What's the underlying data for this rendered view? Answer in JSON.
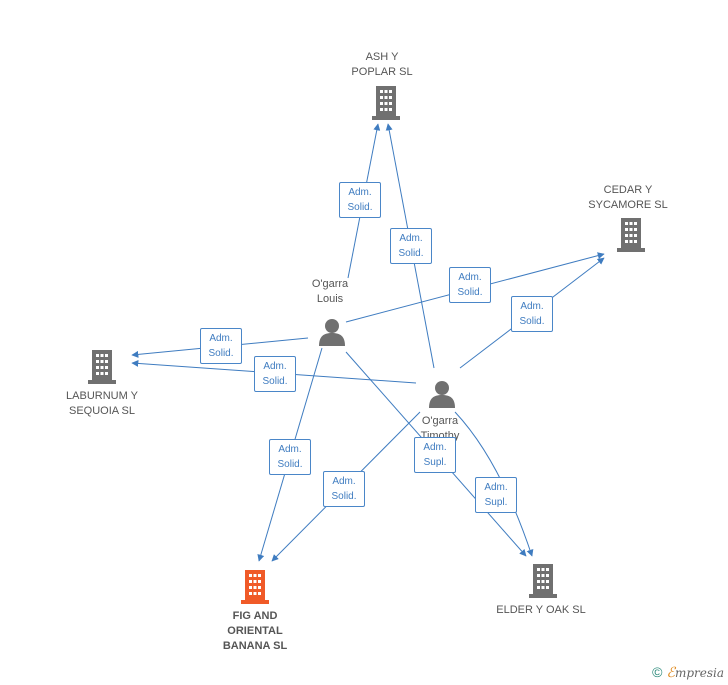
{
  "companies": {
    "ash": {
      "line1": "ASH Y",
      "line2": "POPLAR SL"
    },
    "cedar": {
      "line1": "CEDAR Y",
      "line2": "SYCAMORE SL"
    },
    "laburnum": {
      "line1": "LABURNUM Y",
      "line2": "SEQUOIA SL"
    },
    "fig": {
      "line1": "FIG AND",
      "line2": "ORIENTAL",
      "line3": "BANANA SL"
    },
    "elder": {
      "line1": "ELDER Y OAK SL"
    }
  },
  "persons": {
    "louis": {
      "line1": "O'garra",
      "line2": "Louis"
    },
    "timothy": {
      "line1": "O'garra",
      "line2": "Timothy"
    }
  },
  "edge_labels": {
    "louis_ash": [
      "Adm.",
      "Solid."
    ],
    "timothy_ash": [
      "Adm.",
      "Solid."
    ],
    "louis_cedar": [
      "Adm.",
      "Solid."
    ],
    "timothy_cedar": [
      "Adm.",
      "Solid."
    ],
    "louis_laburnum": [
      "Adm.",
      "Solid."
    ],
    "timothy_laburnum": [
      "Adm.",
      "Solid."
    ],
    "louis_fig": [
      "Adm.",
      "Solid."
    ],
    "timothy_fig": [
      "Adm.",
      "Solid."
    ],
    "louis_elder": [
      "Adm.",
      "Supl."
    ],
    "timothy_elder": [
      "Adm.",
      "Supl."
    ]
  },
  "footer": {
    "copyright": "©",
    "brand_e": "ℰ",
    "brand_rest": "mpresia"
  },
  "colors": {
    "edge": "#3f7cc0",
    "company": "#707070",
    "main_company": "#f05a28",
    "person": "#707070"
  }
}
